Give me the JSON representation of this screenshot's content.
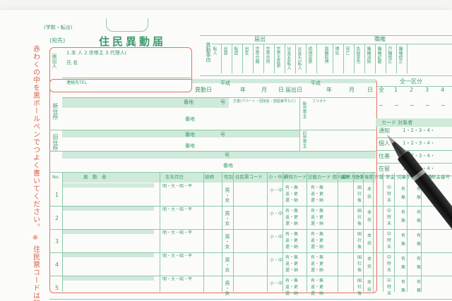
{
  "header": {
    "top_note": "(学数・転出)",
    "title": "住民異動届",
    "recipient": "(宛先)"
  },
  "left_notice": "赤わくの中を黒ボールペンでつよく書いてください。 ※ 住民票コードは転入時のみ",
  "applicant": {
    "section_label": "届出人",
    "options": "1.本 人  2.世帯主  3.代理人(",
    "name_label": "氏 名",
    "tel_label": "連絡先TEL"
  },
  "dates": {
    "era": "平成",
    "move_date_label": "異動日",
    "notice_date_label": "届出日",
    "year": "年",
    "month": "月",
    "day": "日"
  },
  "addresses": {
    "new_label": "新住所",
    "old_label": "旧住所",
    "banchi": "番地",
    "go": "号",
    "building": "方書(アパート・団地名・部屋番号など)",
    "new_head": "新世帯主",
    "old_head": "旧世帯主",
    "furigana": "フリガナ"
  },
  "reasons": {
    "header": "届出",
    "items": [
      "転入",
      "出国",
      "転居",
      "出生",
      "世帯分離",
      "世帯合併",
      "世帯主変更",
      "30条46転入",
      "30条47転入",
      "続柄変更"
    ]
  },
  "rights": {
    "header": "職権",
    "items": [
      "国籍取得",
      "帰化",
      "死亡",
      "失踪宣告",
      "職権消除",
      "職権記載",
      "戸籍修正",
      "職権修正"
    ]
  },
  "side": {
    "all_header": "全一区分",
    "card_header": "カード 対象者",
    "rows": [
      "通知",
      "個人",
      "住基",
      "在留"
    ],
    "sequence": "1・2・3・4・"
  },
  "table": {
    "headers": [
      "No.",
      "異　動　者",
      "生年月日",
      "続柄",
      "性別",
      "住民票コード",
      "小・中学",
      "通知カード",
      "記載カード 個人番号カード",
      "摘要",
      "国保",
      "後期",
      "介護",
      "年金",
      "児童手当",
      "子ども医療",
      "基礎年金番号"
    ],
    "era_options": "明・大・昭・平",
    "sex": "男・女",
    "school": "小・中",
    "notify_options": [
      "有・無",
      "返・更",
      "還・納"
    ],
    "kokuho": [
      "国",
      "社",
      "後"
    ],
    "kaigo": [
      "本",
      "扶"
    ],
    "tokuyou": [
      "中",
      "特",
      "末"
    ],
    "umu": [
      "有",
      "無"
    ],
    "row_numbers": [
      "1",
      "2",
      "3",
      "4",
      "5"
    ]
  },
  "colors": {
    "green": "#3f9a6e",
    "red": "#e0604a",
    "band": "#cfe9da"
  }
}
